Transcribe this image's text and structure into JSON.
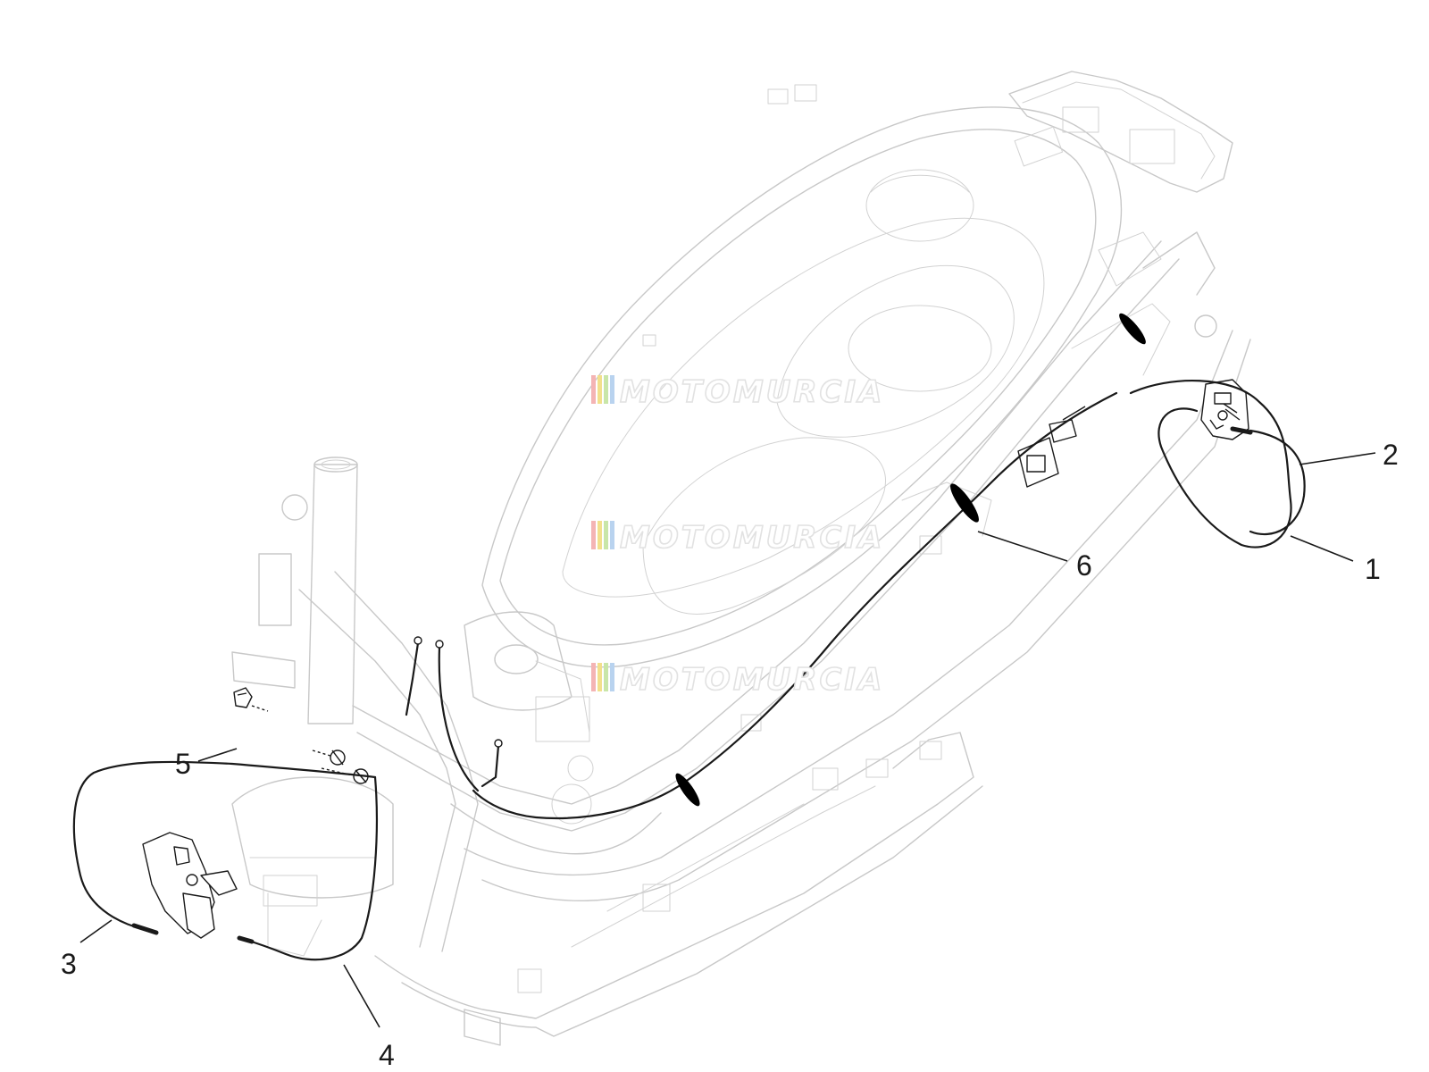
{
  "callouts": [
    {
      "id": "1",
      "label": "1"
    },
    {
      "id": "2",
      "label": "2"
    },
    {
      "id": "3",
      "label": "3"
    },
    {
      "id": "4",
      "label": "4"
    },
    {
      "id": "5",
      "label": "5"
    },
    {
      "id": "6",
      "label": "6"
    }
  ],
  "watermark": {
    "text": "MOTOMURCIA",
    "stripe_colors": [
      "#f4b4b4",
      "#f2e08c",
      "#c9e6a8",
      "#b9d3ef"
    ]
  }
}
